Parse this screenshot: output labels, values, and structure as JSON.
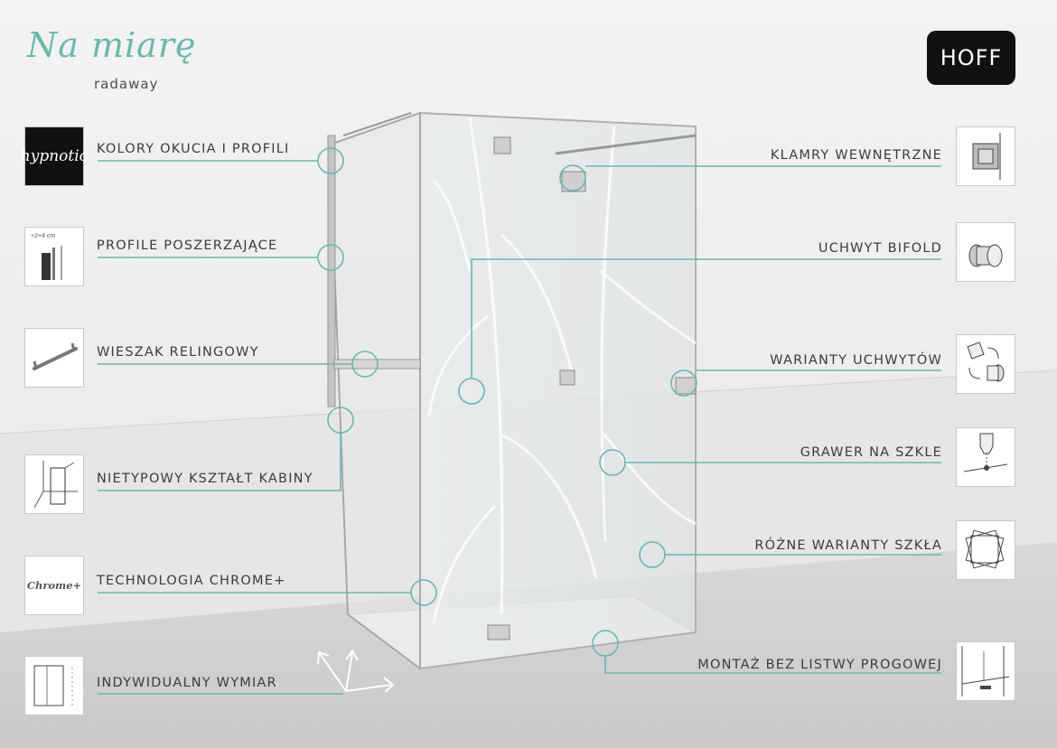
{
  "brand": {
    "script": "Na miarę",
    "sub": "radaway",
    "maker": "HOFF"
  },
  "left_features": [
    {
      "label": "KOLORY OKUCIA I PROFILI",
      "icon": "hypnotic-icon",
      "icon_text": "hypnotic"
    },
    {
      "label": "PROFILE POSZERZAJĄCE",
      "icon": "profile-extension-icon",
      "icon_text": "+2+4 cm"
    },
    {
      "label": "WIESZAK RELINGOWY",
      "icon": "towel-rail-icon"
    },
    {
      "label": "NIETYPOWY KSZTAŁT KABINY",
      "icon": "cabin-shape-icon"
    },
    {
      "label": "TECHNOLOGIA CHROME+",
      "icon": "chrome-plus-icon",
      "icon_text": "Chrome+"
    },
    {
      "label": "INDYWIDUALNY WYMIAR",
      "icon": "custom-dimension-icon"
    }
  ],
  "right_features": [
    {
      "label": "KLAMRY WEWNĘTRZNE",
      "icon": "inner-clamp-icon"
    },
    {
      "label": "UCHWYT BIFOLD",
      "icon": "bifold-handle-icon"
    },
    {
      "label": "WARIANTY UCHWYTÓW",
      "icon": "handle-variants-icon"
    },
    {
      "label": "GRAWER NA SZKLE",
      "icon": "glass-engraving-icon"
    },
    {
      "label": "RÓŻNE WARIANTY SZKŁA",
      "icon": "glass-variants-icon"
    },
    {
      "label": "MONTAŻ BEZ LISTWY PROGOWEJ",
      "icon": "no-threshold-icon"
    }
  ],
  "colors": {
    "accent": "#6bb7ac",
    "text": "#3c3c3c",
    "box_border": "#c8c8c8"
  }
}
